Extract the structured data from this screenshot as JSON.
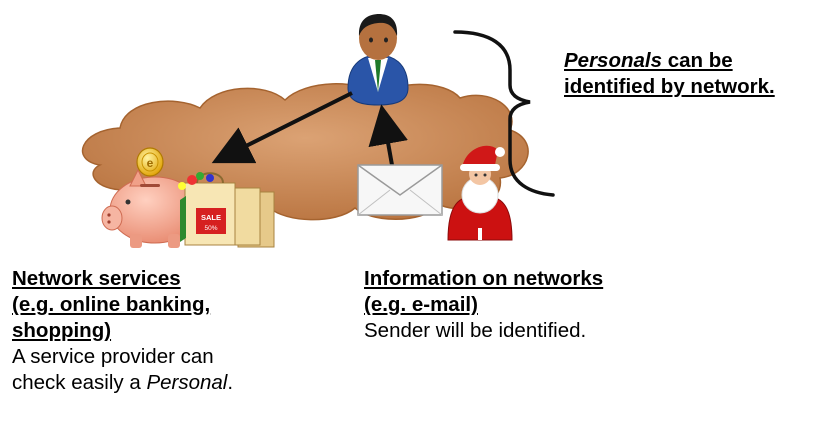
{
  "annotation": {
    "personals_word": "Personals",
    "line1_rest": " can be",
    "line2": "identified by network."
  },
  "network_services": {
    "heading_lines": [
      "Network services",
      "(e.g. online banking,",
      "shopping)"
    ],
    "desc_line1": "A service provider can",
    "desc_line2_prefix": "check easily a ",
    "desc_line2_italic": "Personal",
    "desc_line2_suffix": "."
  },
  "information_networks": {
    "heading_lines": [
      "Information on networks",
      "(e.g. e-mail)"
    ],
    "desc": "Sender will be identified."
  },
  "shopping_bag": {
    "sale_text": "SALE",
    "sale_sub": "50%"
  },
  "colors": {
    "cloud": "#c98a55",
    "suit": "#2a55a8",
    "santa_red": "#cc1111",
    "piggy": "#f2a38c",
    "coin": "#f5c51a"
  }
}
